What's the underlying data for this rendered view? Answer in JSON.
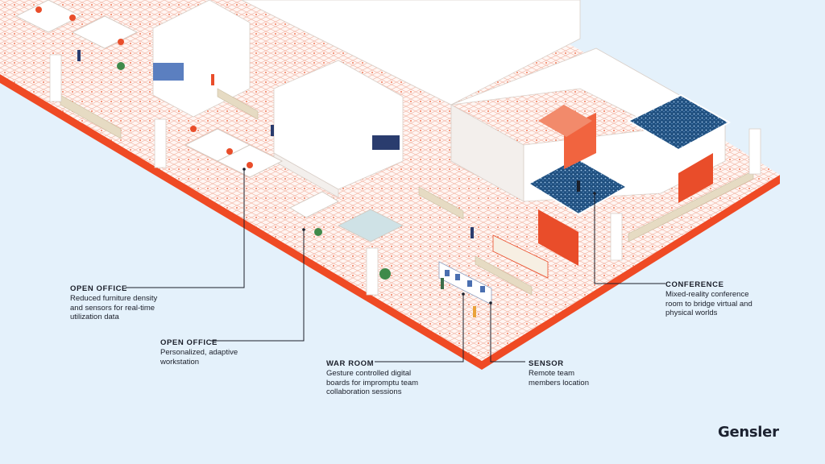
{
  "colors": {
    "background": "#e4f1fb",
    "floor_edge": "#ef4a24",
    "accent_red": "#e94d2a",
    "carpet_blue": "#1f4f7f",
    "wall": "#ffffff",
    "furniture_wood": "#e6dbc3",
    "leader_line": "#1b1f2a"
  },
  "callouts": [
    {
      "title": "OPEN OFFICE",
      "description": "Reduced furniture density\nand sensors for real-time\nutilization data"
    },
    {
      "title": "OPEN OFFICE",
      "description": "Personalized, adaptive\nworkstation"
    },
    {
      "title": "WAR ROOM",
      "description": "Gesture controlled digital\nboards for impromptu team\ncollaboration sessions"
    },
    {
      "title": "SENSOR",
      "description": "Remote team\nmembers location"
    },
    {
      "title": "CONFERENCE",
      "description": "Mixed-reality conference\nroom to bridge virtual and\nphysical worlds"
    }
  ],
  "brand": {
    "logo_text": "Gensler"
  }
}
